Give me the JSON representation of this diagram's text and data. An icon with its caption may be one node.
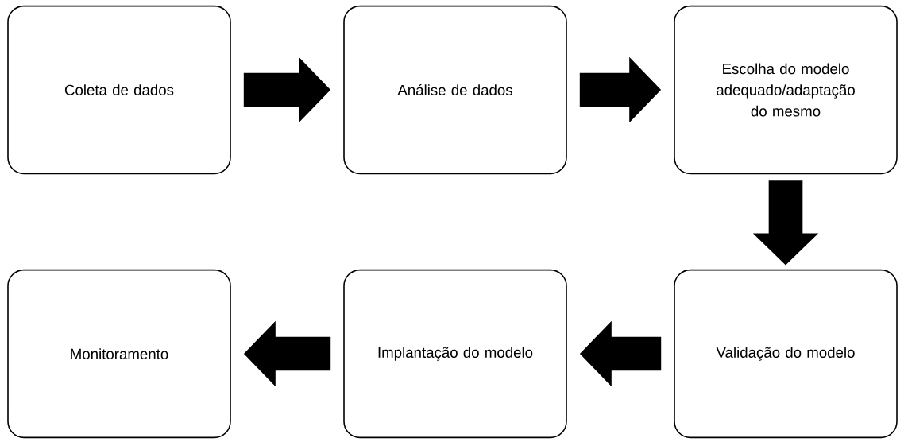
{
  "diagram": {
    "nodes": [
      {
        "text": [
          "Coleta de dados"
        ]
      },
      {
        "text": [
          "Análise de dados"
        ]
      },
      {
        "text": [
          "Escolha do modelo adequado/adaptação do mesmo"
        ]
      },
      {
        "text": [
          "Validação do modelo"
        ]
      },
      {
        "text": [
          "Implantação do modelo"
        ]
      },
      {
        "text": [
          "Monitoramento"
        ]
      }
    ],
    "edges": [
      {
        "from": 0,
        "to": 1,
        "arrow": "to"
      },
      {
        "from": 1,
        "to": 2,
        "arrow": "to"
      },
      {
        "from": 2,
        "to": 3,
        "arrow": "to"
      },
      {
        "from": 3,
        "to": 4,
        "arrow": "to"
      },
      {
        "from": 4,
        "to": 5,
        "arrow": "to"
      }
    ]
  }
}
